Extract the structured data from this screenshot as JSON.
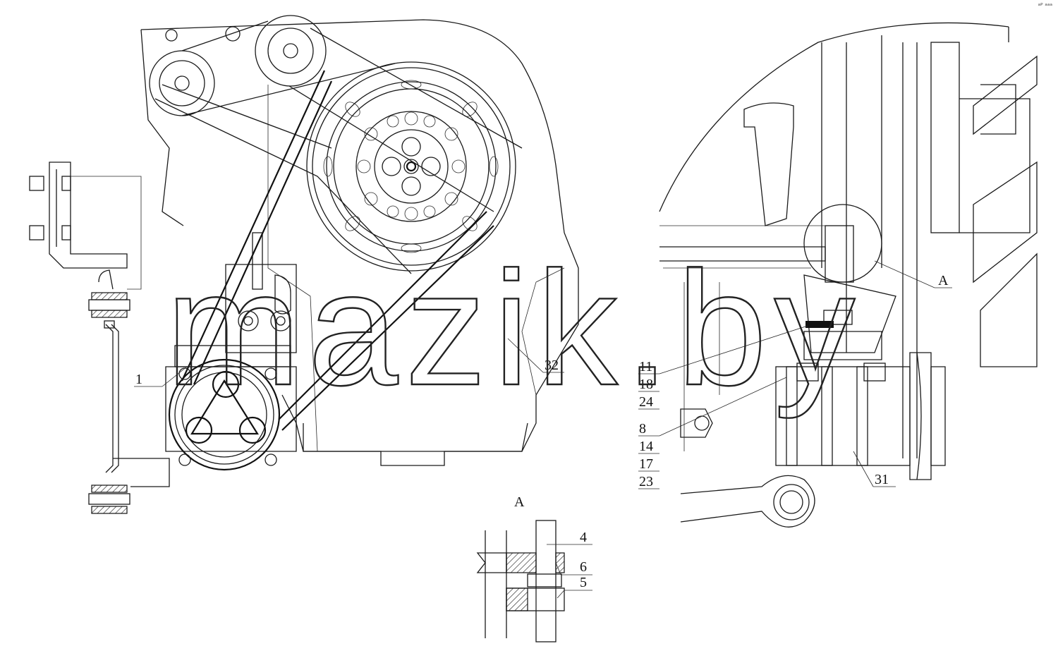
{
  "corner_mark": "ᵃᴾ ᵃᵃᵃ",
  "watermark": "mazik.by",
  "callouts_left": [
    {
      "id": "1",
      "text": "1"
    },
    {
      "id": "32",
      "text": "32"
    }
  ],
  "callouts_right": [
    {
      "id": "11",
      "text": "11"
    },
    {
      "id": "18",
      "text": "18"
    },
    {
      "id": "24",
      "text": "24"
    },
    {
      "id": "8",
      "text": "8"
    },
    {
      "id": "14",
      "text": "14"
    },
    {
      "id": "17",
      "text": "17"
    },
    {
      "id": "23",
      "text": "23"
    },
    {
      "id": "31",
      "text": "31"
    },
    {
      "id": "A",
      "text": "A"
    }
  ],
  "detail": {
    "title": "A",
    "callouts": [
      {
        "id": "4",
        "text": "4"
      },
      {
        "id": "6",
        "text": "6"
      },
      {
        "id": "5",
        "text": "5"
      }
    ]
  }
}
